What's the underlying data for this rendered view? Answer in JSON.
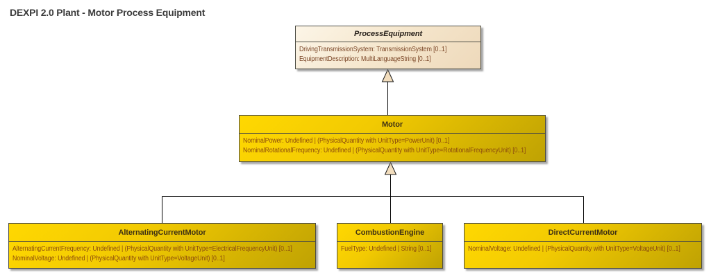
{
  "title": "DEXPI 2.0 Plant - Motor Process Equipment",
  "diagram_type": "uml-class-diagram",
  "classes": [
    {
      "id": "process-equipment",
      "name": "ProcessEquipment",
      "abstract": true,
      "attributes": [
        "DrivingTransmissionSystem: TransmissionSystem [0..1]",
        "EquipmentDescription: MultiLanguageString [0..1]"
      ]
    },
    {
      "id": "motor",
      "name": "Motor",
      "abstract": false,
      "attributes": [
        "NominalPower: Undefined | (PhysicalQuantity with UnitType=PowerUnit) [0..1]",
        "NominalRotationalFrequency: Undefined | (PhysicalQuantity with UnitType=RotationalFrequencyUnit) [0..1]"
      ]
    },
    {
      "id": "alternating-current-motor",
      "name": "AlternatingCurrentMotor",
      "abstract": false,
      "attributes": [
        "AlternatingCurrentFrequency: Undefined | (PhysicalQuantity with UnitType=ElectricalFrequencyUnit) [0..1]",
        "NominalVoltage: Undefined | (PhysicalQuantity with UnitType=VoltageUnit) [0..1]"
      ]
    },
    {
      "id": "combustion-engine",
      "name": "CombustionEngine",
      "abstract": false,
      "attributes": [
        "FuelType: Undefined | String [0..1]"
      ]
    },
    {
      "id": "direct-current-motor",
      "name": "DirectCurrentMotor",
      "abstract": false,
      "attributes": [
        "NominalVoltage: Undefined | (PhysicalQuantity with UnitType=VoltageUnit) [0..1]"
      ]
    }
  ],
  "relationships": [
    {
      "type": "generalization",
      "from": "Motor",
      "to": "ProcessEquipment"
    },
    {
      "type": "generalization",
      "from": "AlternatingCurrentMotor",
      "to": "Motor"
    },
    {
      "type": "generalization",
      "from": "CombustionEngine",
      "to": "Motor"
    },
    {
      "type": "generalization",
      "from": "DirectCurrentMotor",
      "to": "Motor"
    }
  ],
  "colors": {
    "class_fill_start": "#ffd801",
    "class_fill_end": "#bfa203",
    "abstract_fill_start": "#fcf5e7",
    "abstract_fill_end": "#eed9bb",
    "class_name_text": "#3d3014",
    "attribute_text": "#8b4a0e",
    "abstract_attribute_text": "#7a4526",
    "box_border": "#4c4c44",
    "connector_line": "#000000",
    "arrowhead_fill": "#f2ddbd",
    "title_text": "#3b3b3b",
    "background": "#ffffff"
  }
}
